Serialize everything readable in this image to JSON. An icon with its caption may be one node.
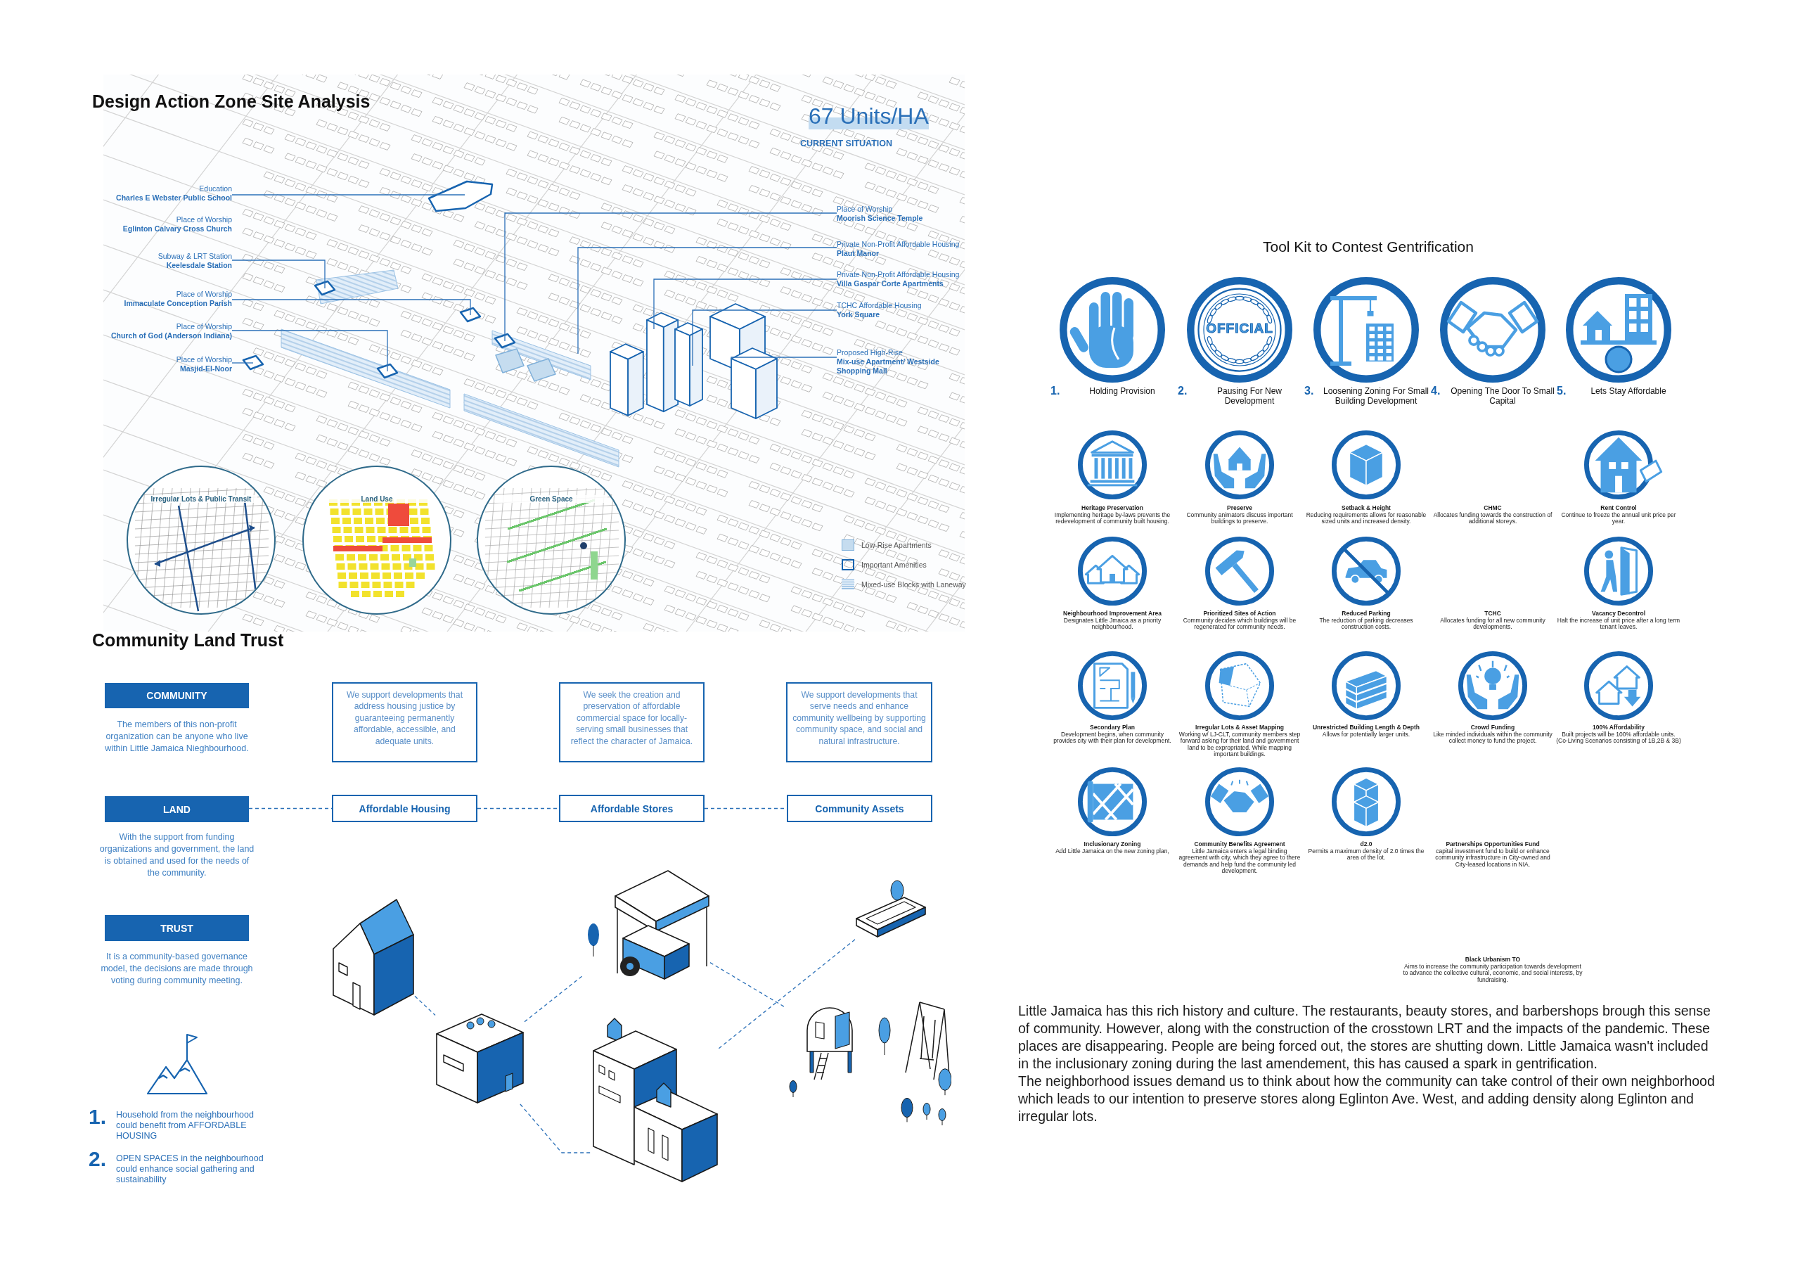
{
  "diagram": {
    "title": "Design Action Zone Site Analysis",
    "nodes": [
      {
        "text": [
          "Education",
          "Charles E Webster Public School"
        ]
      },
      {
        "text": [
          "Place of Worship",
          "Eglinton Calvary Cross Church"
        ]
      },
      {
        "text": [
          "Subway & LRT Station",
          "Keelesdale Station"
        ]
      },
      {
        "text": [
          "Place of Worship",
          "Immaculate Conception Parish"
        ]
      },
      {
        "text": [
          "Place of Worship",
          "Church of God (Anderson Indiana)"
        ]
      },
      {
        "text": [
          "Place of Worship",
          "Masjid-El-Noor"
        ]
      },
      {
        "text": [
          "Place of Worship",
          "Moorish Science Temple"
        ]
      },
      {
        "text": [
          "Private Non-Profit Affordable Housing",
          "Plaut Manor"
        ]
      },
      {
        "text": [
          "Private Non-Profit Affordable Housing",
          "Villa Gaspar Corte Apartments"
        ]
      },
      {
        "text": [
          "TCHC Affordable Housing",
          "York Square"
        ]
      },
      {
        "text": [
          "Proposed High-Rise",
          "Mix-use Apartment/ Westside Shopping Mall"
        ]
      },
      {
        "text": [
          "Irregular Lots & Public Transit"
        ]
      },
      {
        "text": [
          "Land Use"
        ]
      },
      {
        "text": [
          "Green Space"
        ]
      },
      {
        "text": [
          "COMMUNITY"
        ],
        "beside": [
          "The members of this non-profit organization can be anyone who live within Little Jamaica Nieghbourhood."
        ]
      },
      {
        "text": [
          "LAND"
        ],
        "beside": [
          "With the support from funding organizations and government, the land is obtained and used for the needs of the community."
        ]
      },
      {
        "text": [
          "TRUST"
        ],
        "beside": [
          "It is a community-based governance model, the decisions are made through voting during community meeting."
        ]
      },
      {
        "text": [
          "We support developments that address housing justice by guaranteeing permanently affordable, accessible, and adequate units."
        ]
      },
      {
        "text": [
          "We seek the creation and preservation of affordable commercial space for locally-serving small businesses that reflect the character of Jamaica."
        ]
      },
      {
        "text": [
          "We support developments that serve needs and enhance community wellbeing by supporting community space, and social and natural infrastructure."
        ]
      },
      {
        "text": [
          "Affordable Housing"
        ]
      },
      {
        "text": [
          "Affordable Stores"
        ]
      },
      {
        "text": [
          "Community Assets"
        ]
      },
      {
        "text": [],
        "shape": "picture"
      },
      {
        "text": [],
        "shape": "picture"
      },
      {
        "text": [],
        "shape": "picture"
      },
      {
        "text": [],
        "shape": "picture"
      },
      {
        "text": [],
        "shape": "picture"
      },
      {
        "text": [],
        "shape": "picture"
      }
    ],
    "edges": [
      {
        "from": 0,
        "to": null,
        "arrow": "none"
      },
      {
        "from": 2,
        "to": null,
        "arrow": "none"
      },
      {
        "from": 3,
        "to": null,
        "arrow": "none"
      },
      {
        "from": 4,
        "to": null,
        "arrow": "none"
      },
      {
        "from": 5,
        "to": null,
        "arrow": "none"
      },
      {
        "from": 6,
        "to": null,
        "arrow": "none"
      },
      {
        "from": 7,
        "to": null,
        "arrow": "none"
      },
      {
        "from": 8,
        "to": null,
        "arrow": "none"
      },
      {
        "from": 9,
        "to": null,
        "arrow": "none"
      },
      {
        "from": 10,
        "to": null,
        "arrow": "none"
      },
      {
        "from": 15,
        "to": 20,
        "arrow": "none",
        "style": "dashed"
      },
      {
        "from": 20,
        "to": 21,
        "arrow": "none",
        "style": "dashed"
      },
      {
        "from": 21,
        "to": 22,
        "arrow": "none",
        "style": "dashed"
      },
      {
        "from": 23,
        "to": 26,
        "arrow": "none",
        "style": "dashed"
      },
      {
        "from": 26,
        "to": 24,
        "arrow": "none",
        "style": "dashed"
      },
      {
        "from": 26,
        "to": 28,
        "arrow": "none",
        "style": "dashed"
      },
      {
        "from": 24,
        "to": 27,
        "arrow": "none",
        "style": "dashed"
      },
      {
        "from": 25,
        "to": 28,
        "arrow": "none",
        "style": "dashed"
      }
    ],
    "labels": [
      "67 Units/HA",
      "CURRENT SITUATION",
      "Community Land Trust",
      "1.",
      "Household from the neighbourhood could benefit from AFFORDABLE HOUSING",
      "2.",
      "OPEN SPACES in the neighbourhood could enhance social gathering and sustainability",
      "Tool Kit to Contest Gentrification",
      "OFFICIAL",
      "1.",
      "Holding Provision",
      "2.",
      "Pausing For New Development",
      "3.",
      "Loosening Zoning For Small Building Development",
      "4.",
      "Opening The Door To Small Capital",
      "5.",
      "Lets Stay Affordable",
      "Heritage Preservation",
      "Implementing heritage by-laws prevents the redevelopment of community built housing.",
      "Preserve",
      "Community animators discuss important buildings to preserve.",
      "Setback & Height",
      "Reducing requirements allows for reasonable sized units and increased density.",
      "CHMC",
      "Allocates funding towards the construction of additional storeys.",
      "Rent Control",
      "Continue to freeze the annual unit price per year.",
      "Neighbourhood Improvement Area",
      "Designates Little Jmaica as a priority neighbourhood.",
      "Prioritized Sites of Action",
      "Community decides which buildings will be regenerated for community needs.",
      "Reduced Parking",
      "The reduction of parking decreases construction costs.",
      "TCHC",
      "Allocates funding for all new community developments.",
      "Vacancy Decontrol",
      "Halt the increase of unit price after a long term tenant leaves.",
      "Secondary Plan",
      "Development begins, when community provides city with their plan for development.",
      "Irregular Lots & Asset Mapping",
      "Working w/ LJ-CLT, community members step forward asking for their land and government land to be expropriated. While mapping important buildings.",
      "Unrestricted Building Length & Depth",
      "Allows for potentially larger units.",
      "Crowd Funding",
      "Like minded individuals within the community collect money to fund the project.",
      "100% Affordability",
      "Built projects will be 100% affordable units. (Co-Living Scenarios consisting of 1B,2B & 3B)",
      "Inclusionary Zoning",
      "Add Little Jamaica on the new zoning plan,",
      "Community Benefits Agreement",
      "Little Jamaica enters a legal binding agreement with city, which they agree to there demands and help fund the community led development.",
      "d2.0",
      "Permits a maximum density of 2.0 times the area of the lot.",
      "Partnerships Opportunities Fund",
      "capital investment fund to build or enhance community infrastructure in City-owned and City-leased locations in NIA.",
      "Black Urbanism TO",
      "Aims to increase the community participation towards development to advance the collective cultural, economic, and social interests, by fundraising.",
      "Little Jamaica has this rich history and culture. The restaurants, beauty stores, and barbershops brough this sense of community. However, along with the construction of the crosstown LRT and the impacts of the pandemic. These places are disappearing. People are being forced out, the stores are shutting down. Little Jamaica wasn't included in the inclusionary zoning during the last amendement, this has caused a spark in gentrification.",
      "The neighborhood issues demand us to think about how the community can take control of their own neighborhood which leads to our intention to preserve stores along Eglinton Ave. West, and adding density along Eglinton and irregular lots."
    ],
    "legend": [
      {
        "text": "Low-Rise Apartments",
        "color": "#c5dcef"
      },
      {
        "text": "Important Amenities"
      },
      {
        "text": "Mixed-use Blocks with Laneway"
      }
    ]
  }
}
